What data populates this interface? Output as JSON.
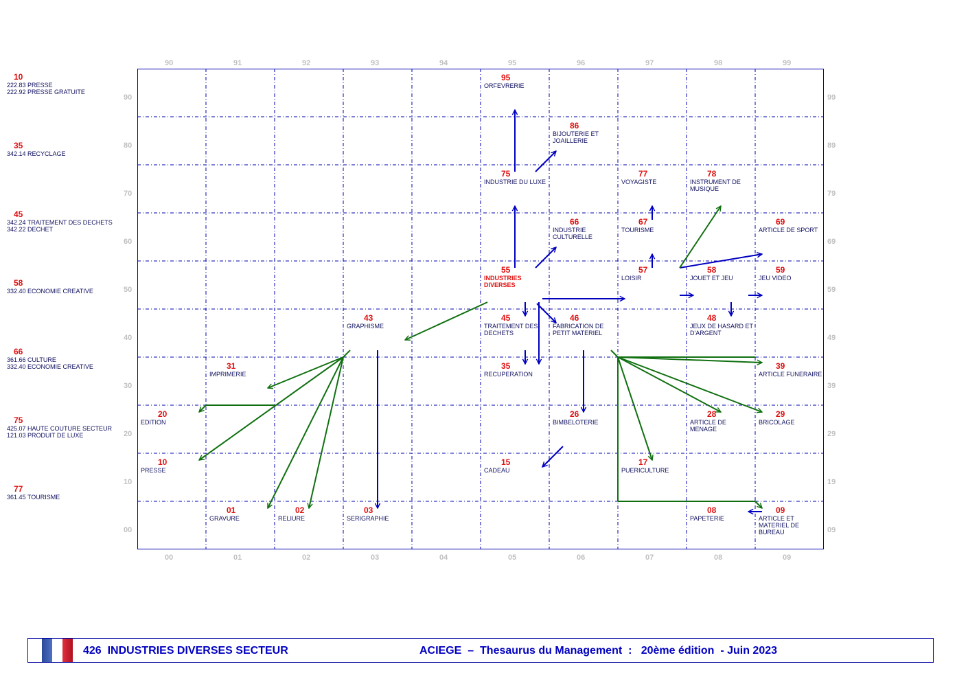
{
  "axes": {
    "top": [
      "90",
      "91",
      "92",
      "93",
      "94",
      "95",
      "96",
      "97",
      "98",
      "99"
    ],
    "bottom": [
      "00",
      "01",
      "02",
      "03",
      "04",
      "05",
      "06",
      "07",
      "08",
      "09"
    ],
    "left": [
      "90",
      "80",
      "70",
      "60",
      "50",
      "40",
      "30",
      "20",
      "10",
      "00"
    ],
    "right": [
      "99",
      "89",
      "79",
      "69",
      "59",
      "49",
      "39",
      "29",
      "19",
      "09"
    ]
  },
  "legend": [
    {
      "num": "10",
      "lines": [
        "222.83 PRESSE",
        "222.92 PRESSE GRATUITE"
      ]
    },
    {
      "num": "35",
      "lines": [
        "342.14 RECYCLAGE"
      ]
    },
    {
      "num": "45",
      "lines": [
        "342.24 TRAITEMENT DES DECHETS",
        "342.22 DECHET"
      ]
    },
    {
      "num": "58",
      "lines": [
        "332.40 ECONOMIE CREATIVE"
      ]
    },
    {
      "num": "66",
      "lines": [
        "361.66 CULTURE",
        "332.40 ECONOMIE CREATIVE"
      ]
    },
    {
      "num": "75",
      "lines": [
        "425.07 HAUTE COUTURE SECTEUR",
        "121.03 PRODUIT DE LUXE"
      ]
    },
    {
      "num": "77",
      "lines": [
        "361.45 TOURISME"
      ]
    }
  ],
  "cells": [
    {
      "code": "95",
      "label": "ORFEVRERIE"
    },
    {
      "code": "86",
      "label": "BIJOUTERIE ET JOAILLERIE"
    },
    {
      "code": "75",
      "label": "INDUSTRIE DU LUXE"
    },
    {
      "code": "77",
      "label": "VOYAGISTE"
    },
    {
      "code": "78",
      "label": "INSTRUMENT DE MUSIQUE"
    },
    {
      "code": "66",
      "label": "INDUSTRIE CULTURELLE"
    },
    {
      "code": "67",
      "label": "TOURISME"
    },
    {
      "code": "69",
      "label": "ARTICLE DE SPORT"
    },
    {
      "code": "55",
      "label": "INDUSTRIES DIVERSES",
      "main": true
    },
    {
      "code": "57",
      "label": "LOISIR"
    },
    {
      "code": "58",
      "label": "JOUET ET JEU"
    },
    {
      "code": "59",
      "label": "JEU VIDEO"
    },
    {
      "code": "43",
      "label": "GRAPHISME"
    },
    {
      "code": "45",
      "label": "TRAITEMENT DES DECHETS"
    },
    {
      "code": "46",
      "label": "FABRICATION DE PETIT MATERIEL"
    },
    {
      "code": "48",
      "label": "JEUX DE HASARD ET D'ARGENT"
    },
    {
      "code": "31",
      "label": "IMPRIMERIE"
    },
    {
      "code": "35",
      "label": "RECUPERATION"
    },
    {
      "code": "39",
      "label": "ARTICLE FUNERAIRE"
    },
    {
      "code": "20",
      "label": "EDITION"
    },
    {
      "code": "26",
      "label": "BIMBELOTERIE"
    },
    {
      "code": "28",
      "label": "ARTICLE DE MENAGE"
    },
    {
      "code": "29",
      "label": "BRICOLAGE"
    },
    {
      "code": "10",
      "label": "PRESSE"
    },
    {
      "code": "15",
      "label": "CADEAU"
    },
    {
      "code": "17",
      "label": "PUERICULTURE"
    },
    {
      "code": "01",
      "label": "GRAVURE"
    },
    {
      "code": "02",
      "label": "RELIURE"
    },
    {
      "code": "03",
      "label": "SERIGRAPHIE"
    },
    {
      "code": "08",
      "label": "PAPETERIE"
    },
    {
      "code": "09",
      "label": "ARTICLE ET MATERIEL DE BUREAU"
    }
  ],
  "footer": {
    "left": "426  INDUSTRIES DIVERSES SECTEUR",
    "right": "ACIEGE  –  Thesaurus du Management  :   20ème édition  - Juin 2023"
  },
  "colors": {
    "grid": "#0000b0",
    "blue_arrow": "#0000c0",
    "green_arrow": "#107010",
    "code": "#e01010",
    "label": "#101060",
    "flag_blue": "#3050a0",
    "flag_red": "#d02030"
  }
}
